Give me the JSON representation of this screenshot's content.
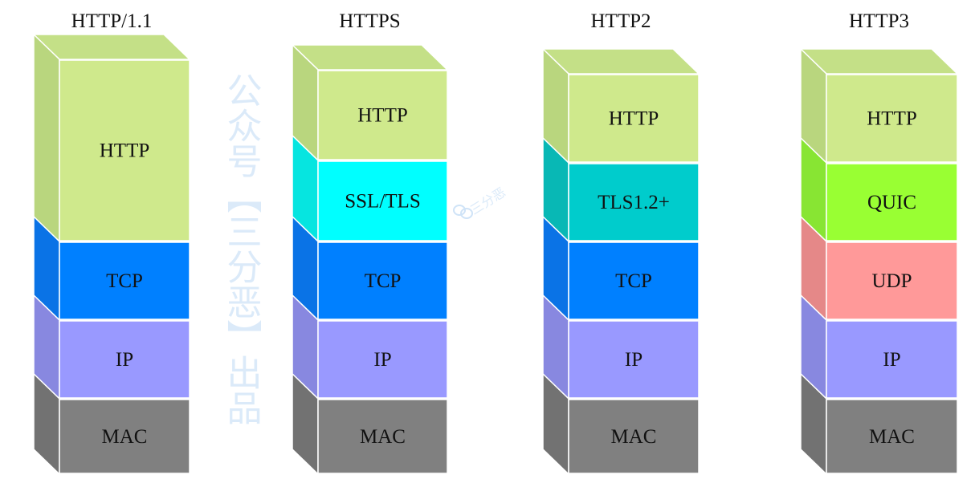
{
  "watermark": {
    "text": "公众号【三分恶】出品",
    "small_text": "三分恶",
    "icon": "wechat-icon",
    "color": "#cfe3f7"
  },
  "stacks": [
    {
      "title": "HTTP/1.1",
      "layers": [
        {
          "name": "HTTP",
          "front": "#cfe98c",
          "side": "#b9d67e",
          "top": "#c4e087"
        },
        {
          "name": "TCP",
          "front": "#0080ff",
          "side": "#0a73e6"
        },
        {
          "name": "IP",
          "front": "#9999ff",
          "side": "#8888e0"
        },
        {
          "name": "MAC",
          "front": "#808080",
          "side": "#727272"
        }
      ]
    },
    {
      "title": "HTTPS",
      "layers": [
        {
          "name": "HTTP",
          "front": "#cfe98c",
          "side": "#b9d67e",
          "top": "#c4e087"
        },
        {
          "name": "SSL/TLS",
          "front": "#00ffff",
          "side": "#06e5e0"
        },
        {
          "name": "TCP",
          "front": "#0080ff",
          "side": "#0a73e6"
        },
        {
          "name": "IP",
          "front": "#9999ff",
          "side": "#8888e0"
        },
        {
          "name": "MAC",
          "front": "#808080",
          "side": "#727272"
        }
      ]
    },
    {
      "title": "HTTP2",
      "layers": [
        {
          "name": "HTTP",
          "front": "#cfe98c",
          "side": "#b9d67e",
          "top": "#c4e087"
        },
        {
          "name": "TLS1.2+",
          "front": "#00cccc",
          "side": "#08b8b5"
        },
        {
          "name": "TCP",
          "front": "#0080ff",
          "side": "#0a73e6"
        },
        {
          "name": "IP",
          "front": "#9999ff",
          "side": "#8888e0"
        },
        {
          "name": "MAC",
          "front": "#808080",
          "side": "#727272"
        }
      ]
    },
    {
      "title": "HTTP3",
      "layers": [
        {
          "name": "HTTP",
          "front": "#cfe98c",
          "side": "#b9d67e",
          "top": "#c4e087"
        },
        {
          "name": "QUIC",
          "front": "#99ff33",
          "side": "#88e533"
        },
        {
          "name": "UDP",
          "front": "#ff9999",
          "side": "#e58888"
        },
        {
          "name": "IP",
          "front": "#9999ff",
          "side": "#8888e0"
        },
        {
          "name": "MAC",
          "front": "#808080",
          "side": "#727272"
        }
      ]
    }
  ]
}
